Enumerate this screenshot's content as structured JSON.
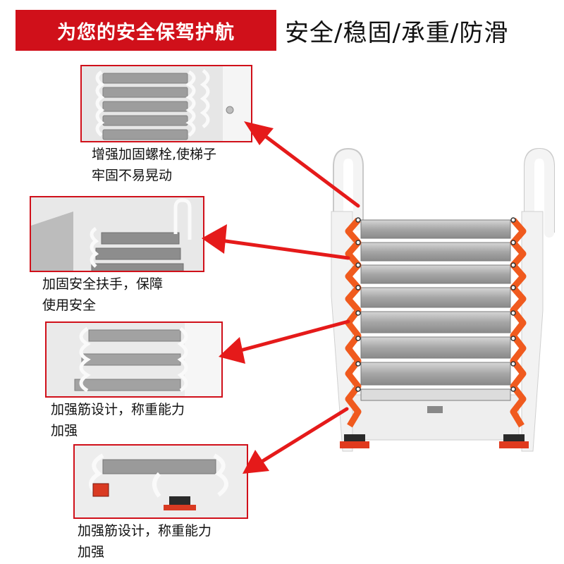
{
  "banner": {
    "title": "为您的安全保驾护航"
  },
  "tagline": {
    "text": "安全/稳固/承重/防滑"
  },
  "features": [
    {
      "lines": [
        "增强加固螺栓,使梯子",
        "牢固不易晃动"
      ]
    },
    {
      "lines": [
        "加固安全扶手，保障",
        "使用安全"
      ]
    },
    {
      "lines": [
        "加强筋设计，称重能力",
        "加强"
      ]
    },
    {
      "lines": [
        "加强筋设计，称重能力",
        "加强"
      ]
    }
  ],
  "colors": {
    "accent_red": "#d0101a",
    "ladder_orange": "#f05a1e",
    "step_grey": "#a8a8a8",
    "frame_white": "#f4f4f4"
  }
}
